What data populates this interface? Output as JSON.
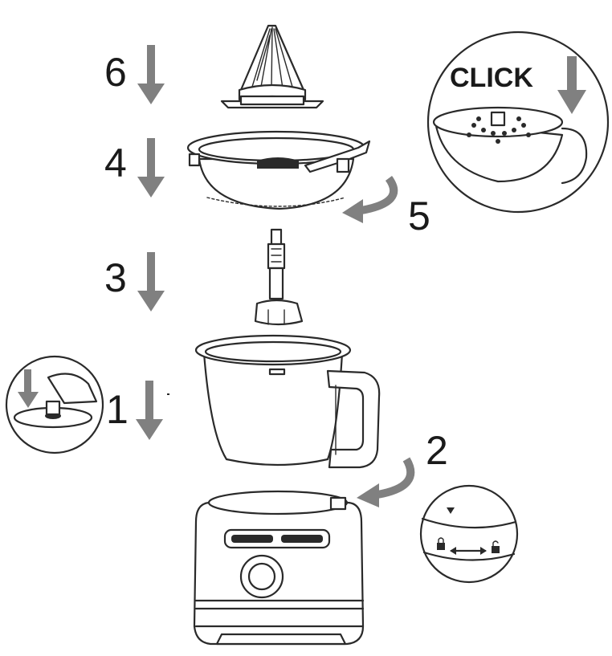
{
  "steps": [
    {
      "id": "step-1",
      "label": "1"
    },
    {
      "id": "step-2",
      "label": "2"
    },
    {
      "id": "step-3",
      "label": "3"
    },
    {
      "id": "step-4",
      "label": "4"
    },
    {
      "id": "step-5",
      "label": "5"
    },
    {
      "id": "step-6",
      "label": "6"
    }
  ],
  "callout": {
    "click_label": "CLICK"
  },
  "colors": {
    "line": "#2a2a2a",
    "arrow": "#808080",
    "background": "#ffffff"
  }
}
